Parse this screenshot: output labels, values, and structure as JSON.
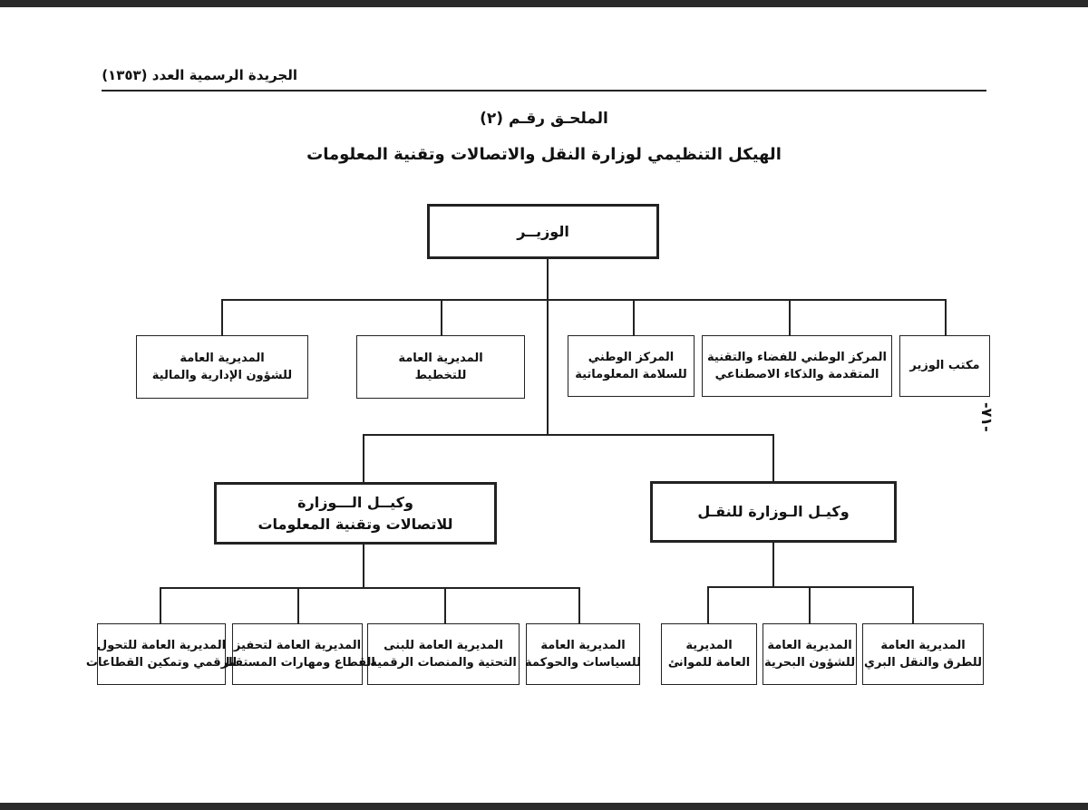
{
  "header": {
    "journal": "الجريدة الرسمية العدد (١٣٥٣)"
  },
  "annex": "الملحـق رقـم (٢)",
  "title": "الهيكل التنظيمي لوزارة النقل والاتصالات وتقنية المعلومات",
  "page_number": "-٧١-",
  "org": {
    "minister": "الوزيــر",
    "minister_units": {
      "office": "مكتب الوزير",
      "space_center": [
        "المركز الوطني للفضاء والتقنية",
        "المتقدمة والذكاء الاصطناعي"
      ],
      "security_center": [
        "المركز الوطني",
        "للسلامة المعلوماتية"
      ],
      "planning": [
        "المديرية العامة",
        "للتخطيط"
      ],
      "admin_finance": [
        "المديرية العامة",
        "للشؤون الإدارية والمالية"
      ]
    },
    "undersecretary_transport": {
      "title": "وكيـل الـوزارة للنقـل",
      "units": {
        "roads": [
          "المديرية العامة",
          "للطرق والنقل البري"
        ],
        "maritime": [
          "المديرية العامة",
          "للشؤون البحرية"
        ],
        "ports": [
          "المديرية",
          "العامة للموانئ"
        ]
      }
    },
    "undersecretary_ict": {
      "title": [
        "وكيــل الـــوزارة",
        "للاتصالات وتقنية المعلومات"
      ],
      "units": {
        "policies": [
          "المديرية العامة",
          "للسياسات والحوكمة"
        ],
        "infrastructure": [
          "المديرية العامة للبنى",
          "التحتية والمنصات الرقمية"
        ],
        "sector": [
          "المديرية العامة لتحفيز",
          "القطاع ومهارات المستقبل"
        ],
        "digital": [
          "المديرية العامة للتحول",
          "الرقمي وتمكين القطاعات"
        ]
      }
    }
  }
}
